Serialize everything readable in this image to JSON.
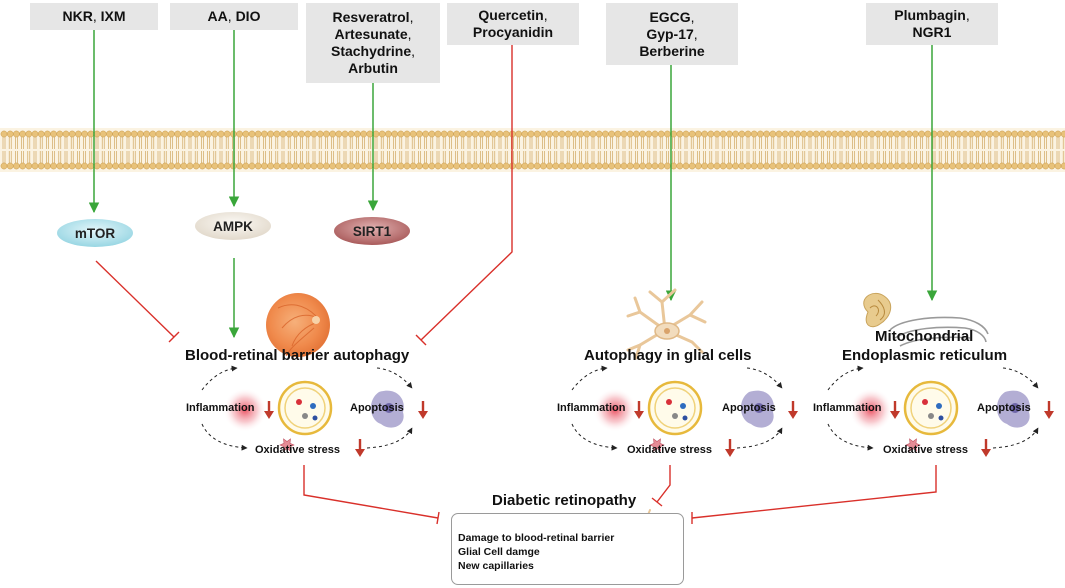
{
  "compounds": {
    "c1": {
      "names": [
        "NKR",
        "IXM"
      ],
      "separators": [
        ","
      ]
    },
    "c2": {
      "names": [
        "AA",
        "DIO"
      ],
      "separators": [
        ","
      ]
    },
    "c3": {
      "names": [
        "Resveratrol",
        "Artesunate",
        "Stachydrine",
        "Arbutin"
      ],
      "separators": [
        ",",
        ",",
        ","
      ]
    },
    "c4": {
      "names": [
        "Quercetin",
        "Procyanidin"
      ],
      "separators": [
        ","
      ]
    },
    "c5": {
      "names": [
        "EGCG",
        "Gyp-17",
        "Berberine"
      ],
      "separators": [
        ",",
        ","
      ]
    },
    "c6": {
      "names": [
        "Plumbagin",
        "NGR1"
      ],
      "separators": [
        ","
      ]
    }
  },
  "targets": {
    "mtor": "mTOR",
    "ampk": "AMPK",
    "sirt1": "SIRT1"
  },
  "processes": {
    "brb": "Blood-retinal barrier autophagy",
    "glial": "Autophagy in glial cells",
    "mito_line1": "Mitochondrial",
    "mito_line2": "Endoplasmic reticulum"
  },
  "outcome_labels": {
    "inflammation": "Inflammation",
    "apoptosis": "Apoptosis",
    "oxidative": "Oxidative stress"
  },
  "disease": {
    "title": "Diabetic retinopathy",
    "items": [
      "Damage to blood-retinal barrier",
      "Glial Cell damge",
      "New capillaries"
    ]
  },
  "colors": {
    "activation": "#3aa63a",
    "inhibition": "#d9302a",
    "down_arrow": "#c0392b",
    "box": "#e6e6e6",
    "membrane": "#e8c27a",
    "mtor": "#aee0ea",
    "ampk": "#ece6dc",
    "sirt1": "#b56a6a"
  }
}
